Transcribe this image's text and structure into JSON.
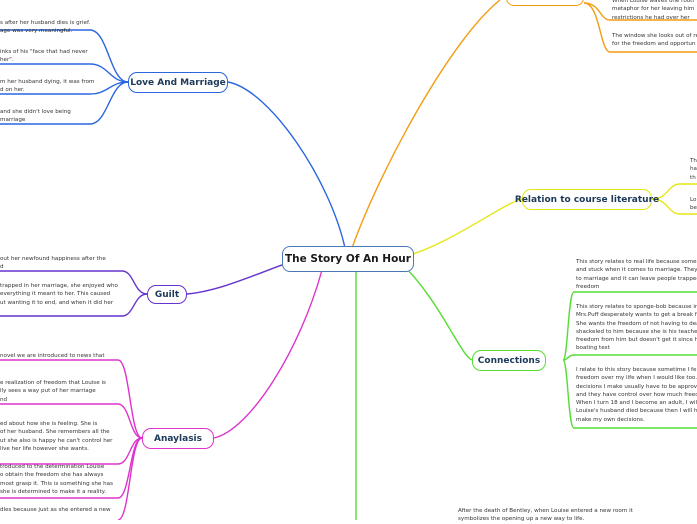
{
  "central": "The Story Of An Hour",
  "topics": {
    "love_marriage": "Love And Marriage",
    "guilt": "Guilt",
    "analysis": "Anaylasis",
    "course_lit": "Relation to course literature",
    "connections": "Connections"
  },
  "colors": {
    "love": "#2a66e0",
    "guilt": "#6633cc",
    "analysis": "#dd33cc",
    "orange": "#f39c12",
    "course": "#e6e615",
    "connections": "#55dd33",
    "bottom": "#55dd33"
  },
  "notes": {
    "love1": "s after her husband dies is grief.\nage was very meaningful.",
    "love2": "inks of his \"face that had never\nher\".",
    "love3": "m her husband dying, it was from\nd on her.",
    "love4": "and she didn't love being\nmarriage",
    "guilt1": "out her newfound happiness after the\nd",
    "guilt2": "trapped in her marriage, she enjoyed who\neverything it meant to her. This caused\nut wanting it to end, and when it did her",
    "ana0": "novel we are introduced to news that",
    "ana1": "e realization of freedom that Louise is\nlly sees a way put of her marriage\nnd",
    "ana2": "ed about how she is feeling. She is\nof her husband. She remembers all the\nut she also is happy he can't control her\nlive her life however she wants.",
    "ana3": "troduced to the determination Louise\no obtain the freedom she has always\nmost grasp it. This is something she has\nshe is determined to make it a reality.",
    "ana4": "dles because just as she entered a new",
    "top1": "When Louise waves one rooti\nmetaphor for her leaving him\nrestrictions he had over her",
    "top2": "The window she looks out of re\nfor the freedom and opportun",
    "course1": "Th\nha\nth",
    "course2": "Lo\nbe",
    "conn1": "This story relates to real life because some\nand stuck when it comes to marriage. They\nto marriage and it can leave people trapped\nfreedom",
    "conn2": "This story relates to sponge-bob because in\nMrs.Puff desperately wants to get a break fr\nShe wants the freedom of not having to dea\nshackeled to him because she is his teache\nfreedom from him but doesn't get it since h\nboating test",
    "conn3": "I relate to this story because sometime I fe\nfreedom over my life when I would like too.\ndecisions I make usually have to be approv\nand they have control over how much freed\nWhen I turn 18 and I become an adult, I wil\nLouise's husband died because then I will h\nmake my own decisions.",
    "bottom1": "After the death of Bentley, when Louise entered a new room it\nsymbolizes the opening up a new way to life."
  }
}
